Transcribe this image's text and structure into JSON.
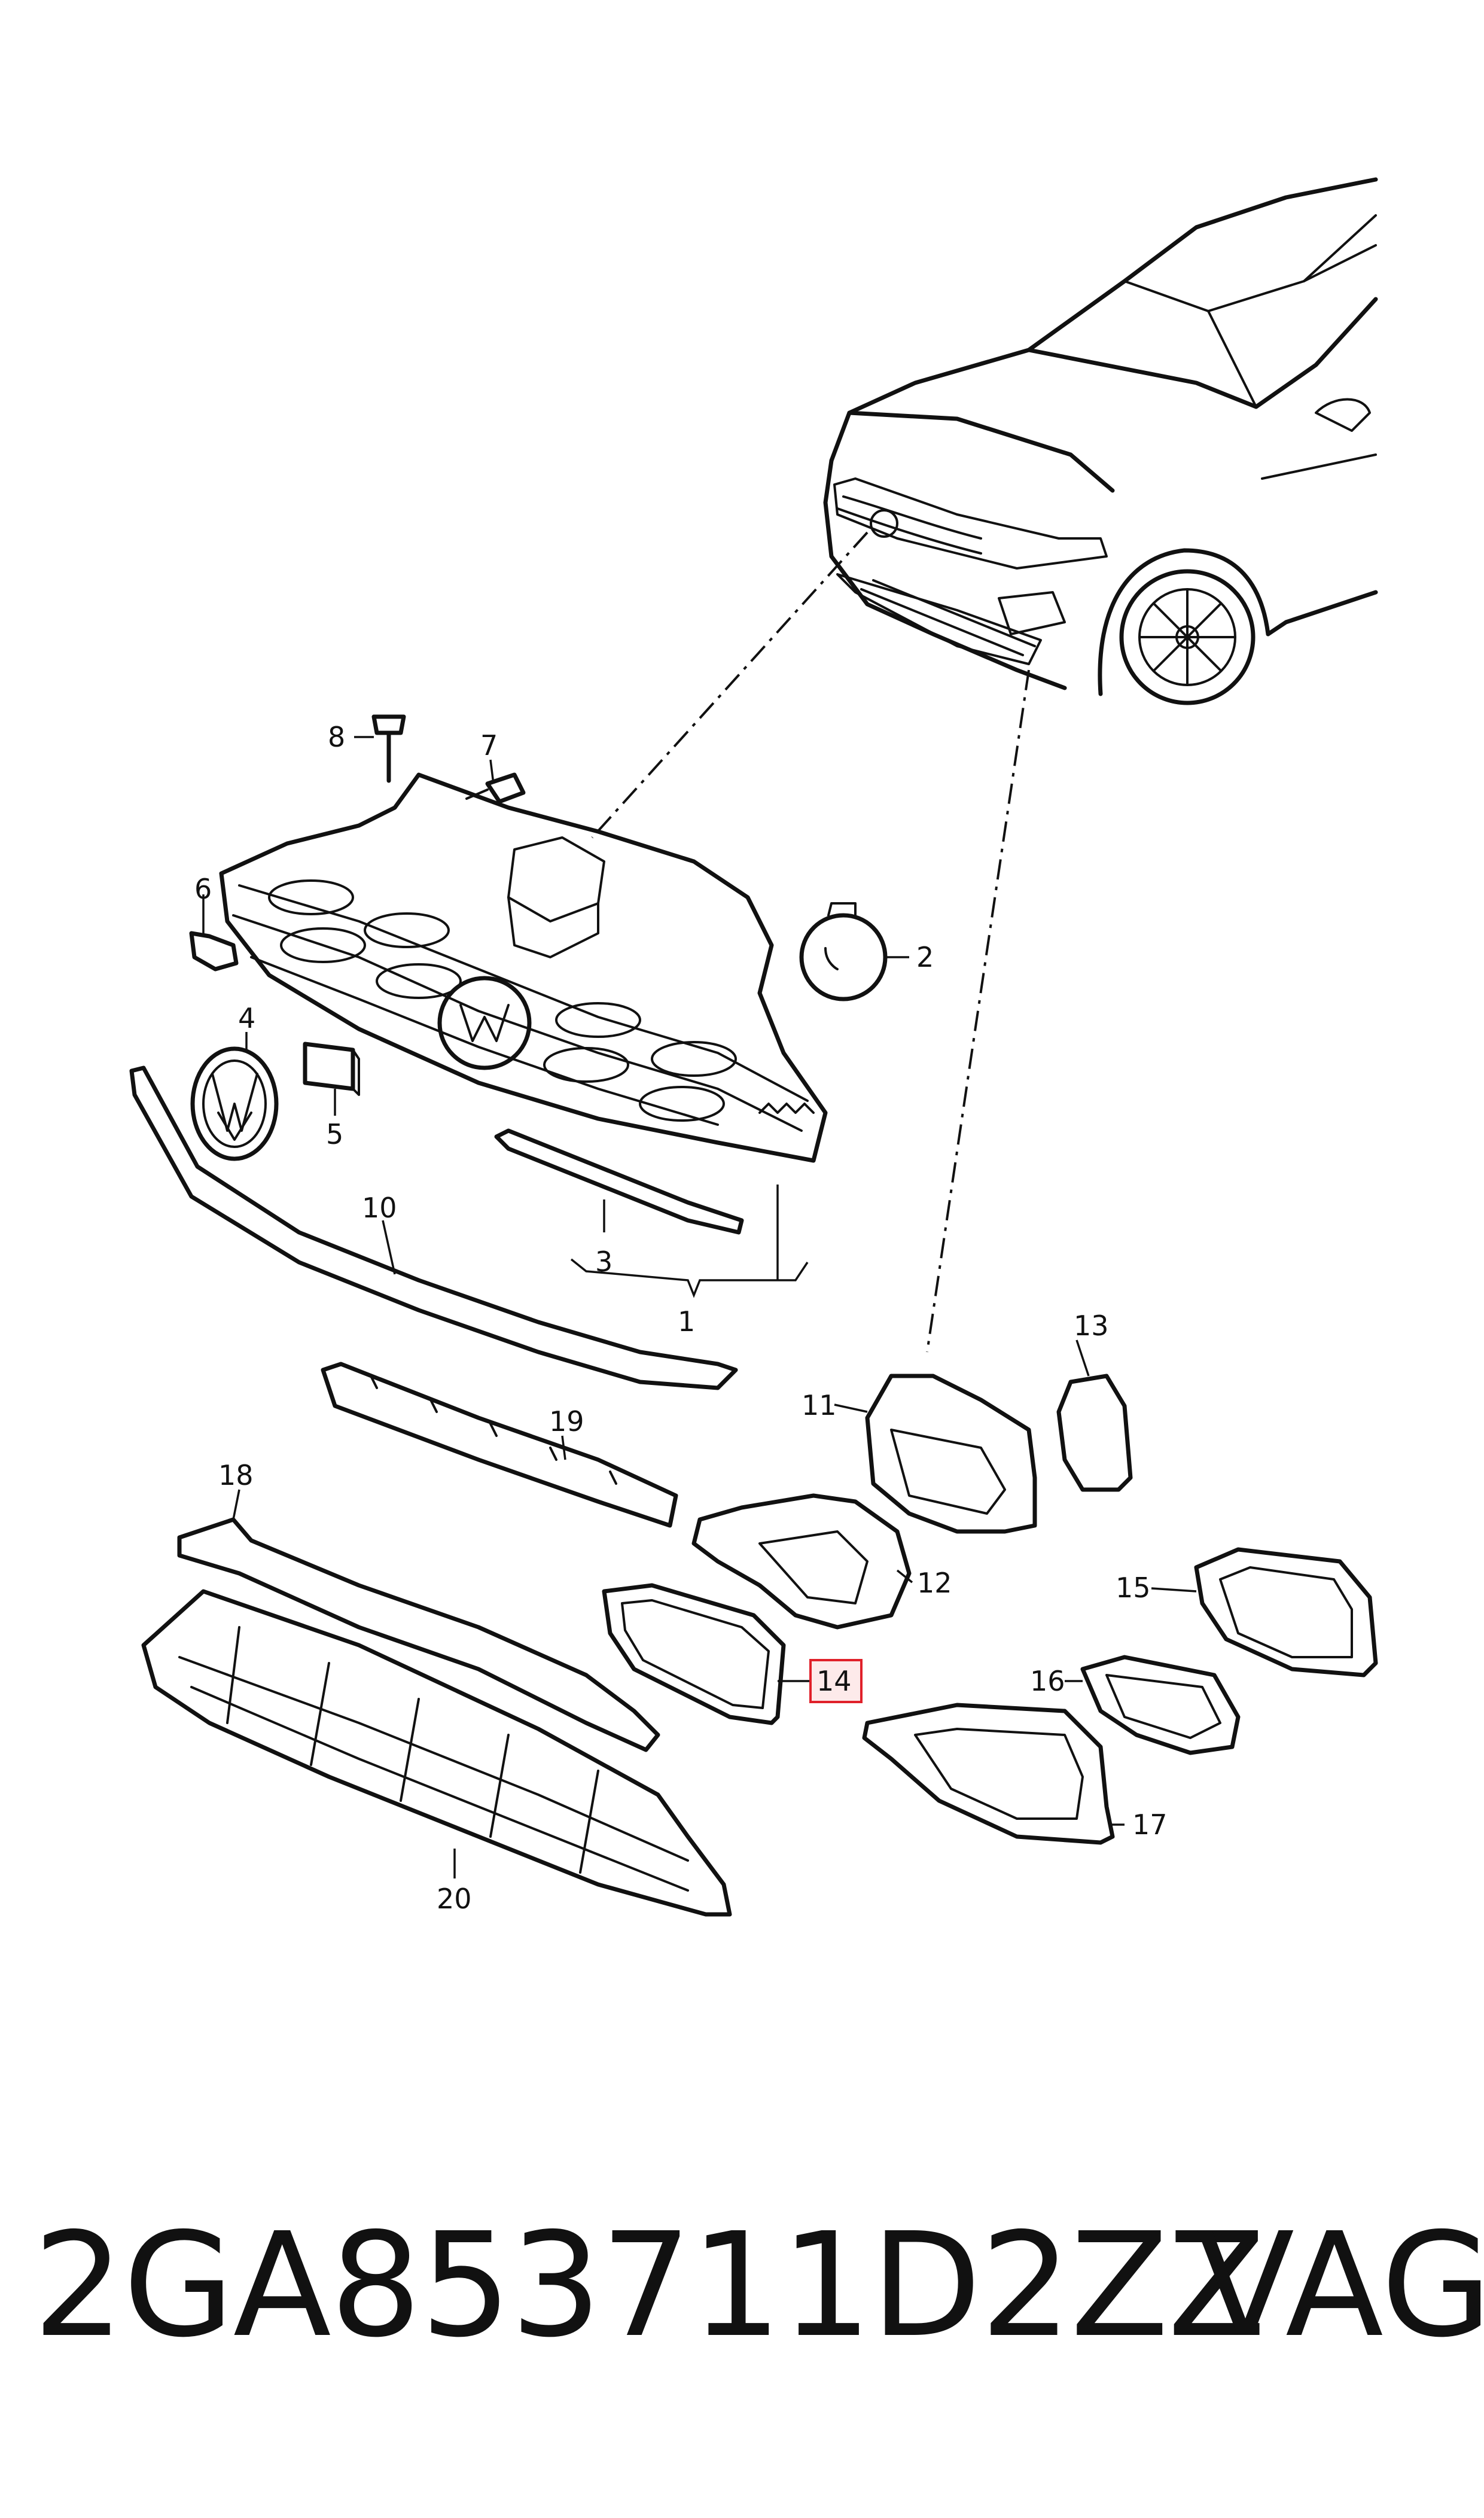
{
  "callouts": {
    "c1": "1",
    "c2": "2",
    "c3": "3",
    "c4": "4",
    "c5": "5",
    "c6": "6",
    "c7": "7",
    "c8": "8",
    "c10": "10",
    "c11": "11",
    "c12": "12",
    "c13": "13",
    "c14": "14",
    "c15": "15",
    "c16": "16",
    "c17": "17",
    "c18": "18",
    "c19": "19",
    "c20": "20"
  },
  "highlight_color": "#e0212a",
  "footer": {
    "part_number": "2GA853711D2ZZ",
    "brand": "VAG"
  }
}
